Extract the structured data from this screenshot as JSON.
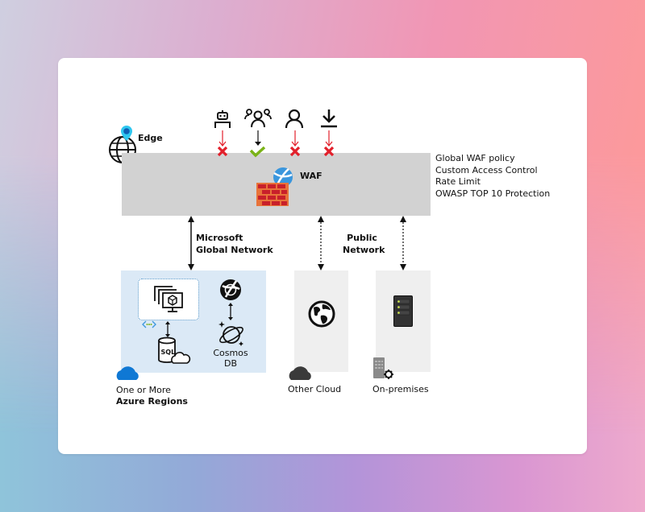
{
  "diagram": {
    "edge_label": "Edge",
    "waf_label": "WAF",
    "policies": [
      "Global WAF policy",
      "Custom Access Control",
      "Rate Limit",
      "OWASP TOP 10 Protection"
    ],
    "traffic_sources": [
      {
        "icon": "bot-icon",
        "status": "blocked"
      },
      {
        "icon": "users-group-icon",
        "status": "allowed"
      },
      {
        "icon": "user-icon",
        "status": "blocked"
      },
      {
        "icon": "download-icon",
        "status": "blocked"
      }
    ],
    "connections": {
      "microsoft_network_line1": "Microsoft",
      "microsoft_network_line2": "Global Network",
      "public_network_line1": "Public",
      "public_network_line2": "Network"
    },
    "regions": {
      "azure_line1": "One or More",
      "azure_line2": "Azure Regions",
      "cosmos_line1": "Cosmos",
      "cosmos_line2": "DB",
      "sql_label": "SQL",
      "other_cloud": "Other Cloud",
      "on_premises": "On-premises"
    },
    "colors": {
      "blocked": "#e2202b",
      "allowed": "#7ab317",
      "azure_blue": "#0f78d4",
      "band_gray": "#d2d2d2",
      "region_blue": "#dbe9f6"
    }
  }
}
